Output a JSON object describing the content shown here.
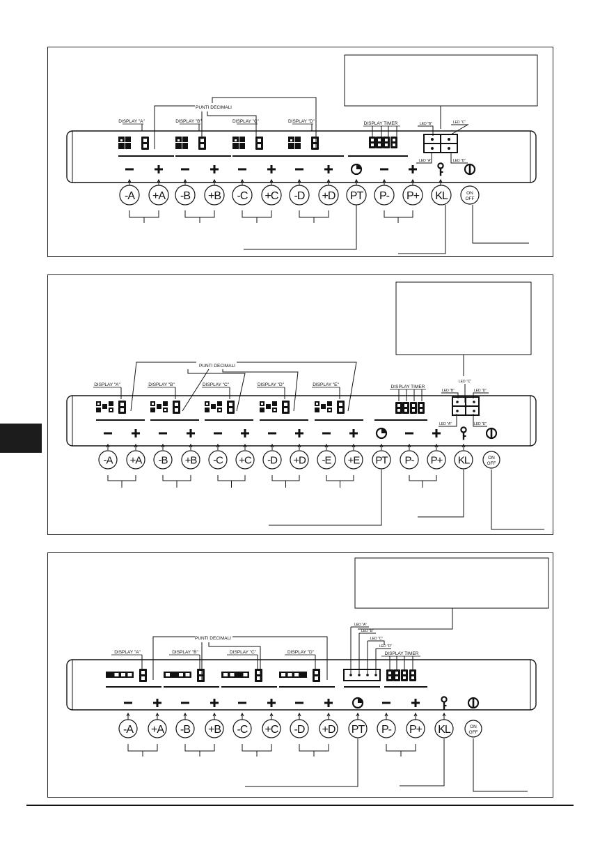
{
  "labels": {
    "punti_decimali": "PUNTI DECIMALI",
    "display_timer": "DISPLAY TIMER",
    "minus": "−",
    "plus": "+",
    "on": "ON",
    "off": "OFF"
  },
  "panels": [
    {
      "zones": [
        "A",
        "B",
        "C",
        "D"
      ],
      "display_labels": [
        "DISPLAY \"A\"",
        "DISPLAY \"B\"",
        "DISPLAY \"C\"",
        "DISPLAY \"D\""
      ],
      "buttons": [
        "-A",
        "+A",
        "-B",
        "+B",
        "-C",
        "+C",
        "-D",
        "+D",
        "PT",
        "P-",
        "P+",
        "KL"
      ],
      "leds": [
        "LED \"A\"",
        "LED \"B\"",
        "LED \"C\"",
        "LED \"D\""
      ]
    },
    {
      "zones": [
        "A",
        "B",
        "C",
        "D",
        "E"
      ],
      "display_labels": [
        "DISPLAY \"A\"",
        "DISPLAY \"B\"",
        "DISPLAY \"C\"",
        "DISPLAY \"D\"",
        "DISPLAY \"E\""
      ],
      "buttons": [
        "-A",
        "+A",
        "-B",
        "+B",
        "-C",
        "+C",
        "-D",
        "+D",
        "-E",
        "+E",
        "PT",
        "P-",
        "P+",
        "KL"
      ],
      "leds": [
        "LED \"A\"",
        "LED \"B\"",
        "LED \"C\"",
        "LED \"D\"",
        "LED \"E\""
      ]
    },
    {
      "zones": [
        "A",
        "B",
        "C",
        "D"
      ],
      "display_labels": [
        "DISPLAY \"A\"",
        "DISPLAY \"B\"",
        "DISPLAY \"C\"",
        "DISPLAY \"D\""
      ],
      "buttons": [
        "-A",
        "+A",
        "-B",
        "+B",
        "-C",
        "+C",
        "-D",
        "+D",
        "PT",
        "P-",
        "P+",
        "KL"
      ],
      "leds": [
        "LED \"A\"",
        "LED \"B\"",
        "LED \"C\"",
        "LED \"D\""
      ]
    }
  ]
}
